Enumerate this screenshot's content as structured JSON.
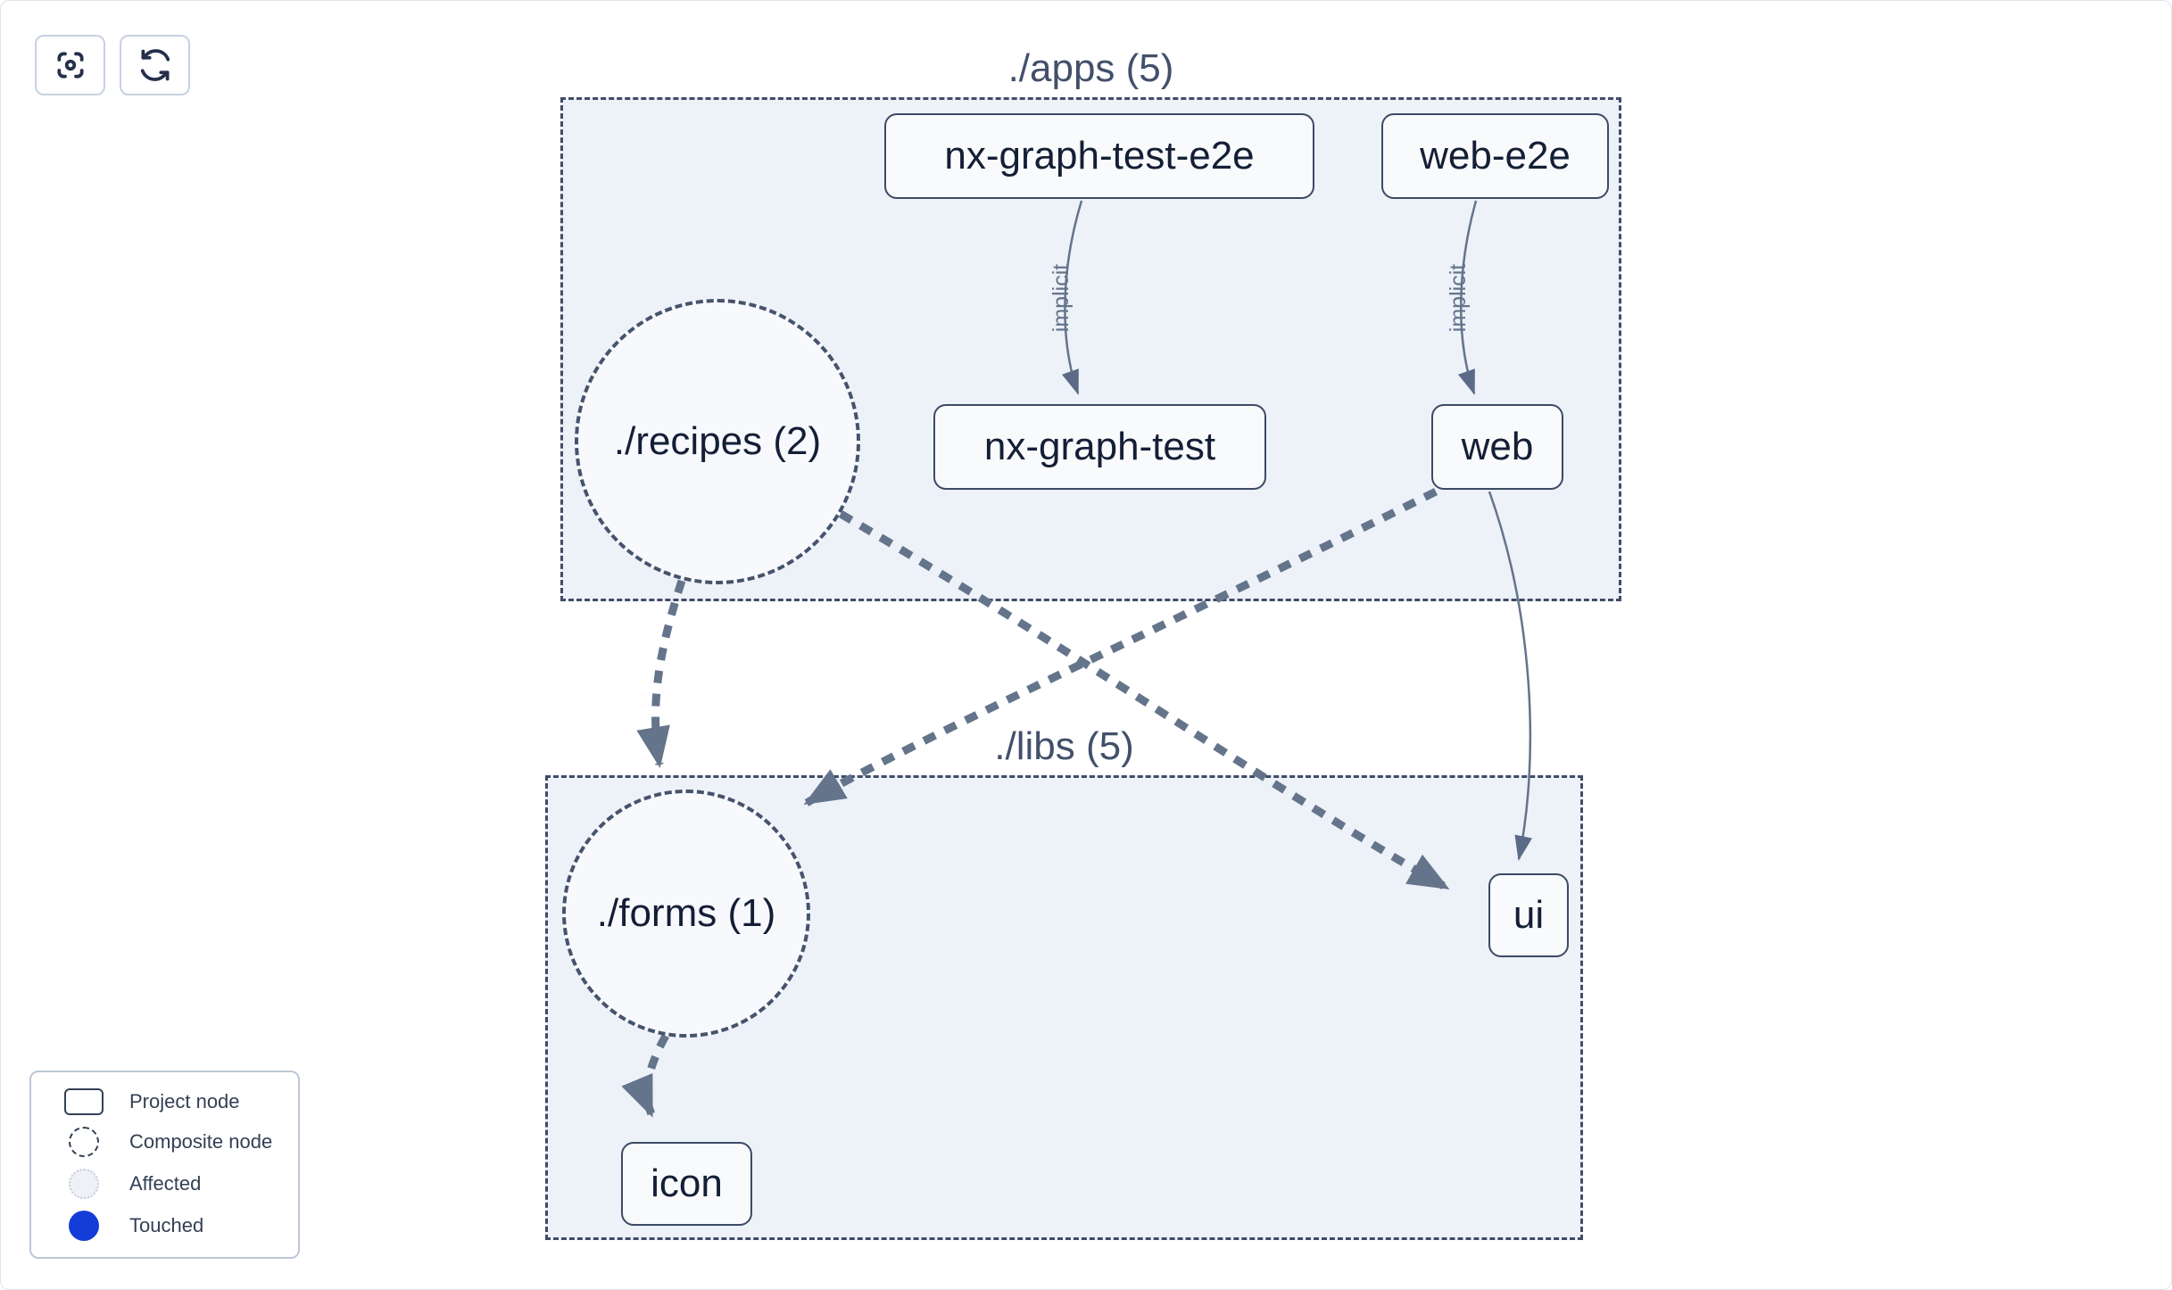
{
  "toolbar": {
    "buttons": [
      {
        "icon": "focus-icon"
      },
      {
        "icon": "refresh-icon"
      }
    ]
  },
  "graph": {
    "groups": [
      {
        "id": "apps",
        "label": "./apps (5)"
      },
      {
        "id": "libs",
        "label": "./libs (5)"
      }
    ],
    "project_nodes": [
      {
        "name": "nx-graph-test-e2e"
      },
      {
        "name": "web-e2e"
      },
      {
        "name": "nx-graph-test"
      },
      {
        "name": "web"
      },
      {
        "name": "ui"
      },
      {
        "name": "icon"
      }
    ],
    "composite_nodes": [
      {
        "name": "./recipes (2)"
      },
      {
        "name": "./forms (1)"
      }
    ],
    "edges": [
      {
        "from": "nx-graph-test-e2e",
        "to": "nx-graph-test",
        "label": "implicit",
        "style": "solid"
      },
      {
        "from": "web-e2e",
        "to": "web",
        "label": "implicit",
        "style": "solid"
      },
      {
        "from": "web",
        "to": "ui",
        "label": "",
        "style": "solid"
      },
      {
        "from": "./recipes (2)",
        "to": "./forms (1)",
        "label": "",
        "style": "dashed"
      },
      {
        "from": "./recipes (2)",
        "to": "ui",
        "label": "",
        "style": "dashed"
      },
      {
        "from": "web",
        "to": "./forms (1)",
        "label": "",
        "style": "dashed"
      },
      {
        "from": "./forms (1)",
        "to": "icon",
        "label": "",
        "style": "dashed"
      }
    ]
  },
  "legend": {
    "items": [
      {
        "label": "Project node",
        "symbol": "project-node-outline"
      },
      {
        "label": "Composite node",
        "symbol": "dashed-circle"
      },
      {
        "label": "Affected",
        "symbol": "light-dotted-circle"
      },
      {
        "label": "Touched",
        "symbol": "blue-filled-circle"
      }
    ]
  },
  "colors": {
    "touched": "#143cd7",
    "edge": "#64748b",
    "group_background": "#edf1f8",
    "node_border": "#3c4a64"
  }
}
